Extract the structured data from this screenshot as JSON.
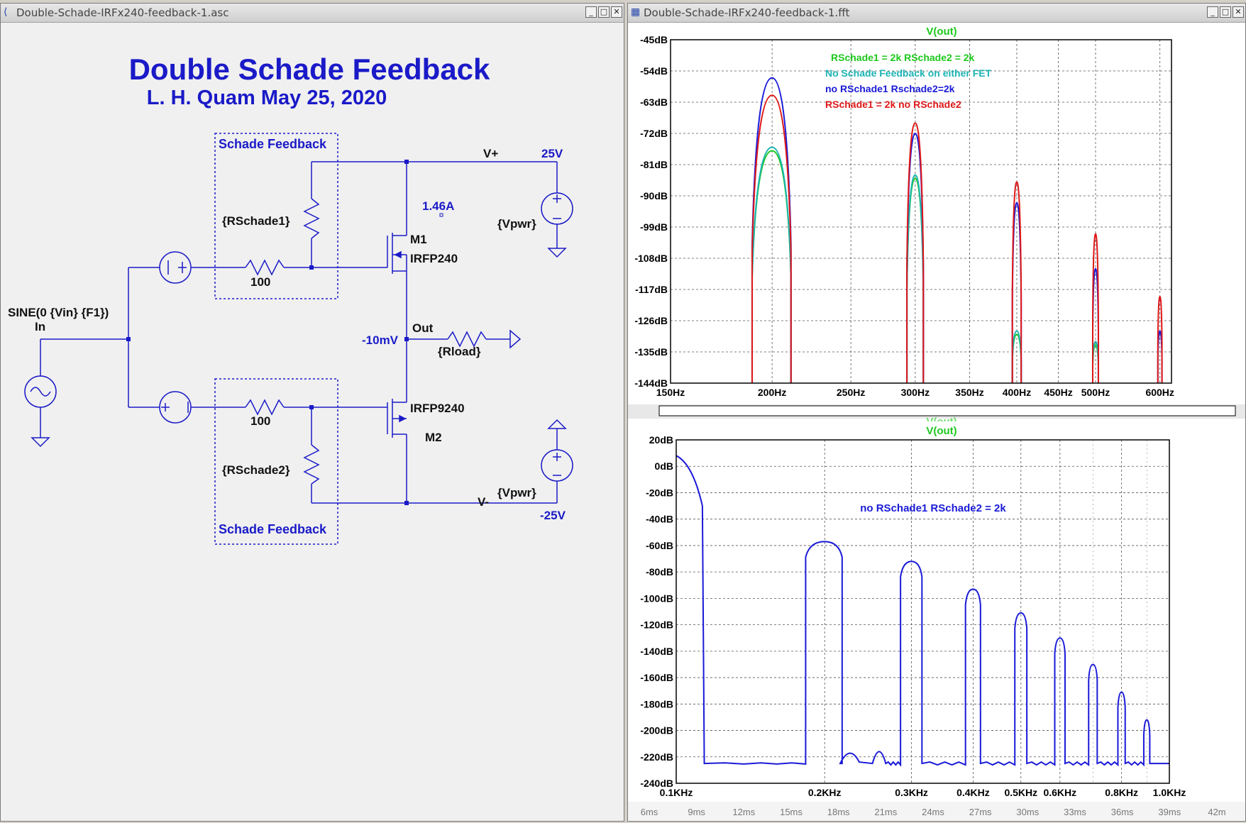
{
  "schematic_window": {
    "title": "Double-Schade-IRFx240-feedback-1.asc",
    "heading": "Double Schade Feedback",
    "author_line": "L. H. Quam   May 25, 2020",
    "labels": {
      "schade_top": "Schade Feedback",
      "schade_bottom": "Schade Feedback",
      "rschade1": "{RSchade1}",
      "rschade2": "{RSchade2}",
      "r_top": "100",
      "r_bottom": "100",
      "vplus": "V+",
      "vminus": "V-",
      "v25": "25V",
      "vneg25": "-25V",
      "vpwr_top": "{Vpwr}",
      "vpwr_bottom": "{Vpwr}",
      "current": "1.46A",
      "m1": "M1",
      "m1_part": "IRFP240",
      "m2": "M2",
      "m2_part": "IRFP9240",
      "out": "Out",
      "out_voltage": "-10mV",
      "rload": "{Rload}",
      "sine": "SINE(0 {Vin} {F1})",
      "in": "In"
    }
  },
  "fft_window": {
    "title": "Double-Schade-IRFx240-feedback-1.fft",
    "top_plot": {
      "trace_title": "V(out)",
      "legend": [
        {
          "text": "RSchade1 = 2k   RSchade2 = 2k",
          "color": "#1cc81c"
        },
        {
          "text": "No Schade Feedback on either FET",
          "color": "#1cb4b4"
        },
        {
          "text": "no RSchade1 Rschade2=2k",
          "color": "#1a1ad8"
        },
        {
          "text": "RSchade1 = 2k no RSchade2",
          "color": "#e01818"
        }
      ],
      "y_ticks": [
        "-45dB",
        "-54dB",
        "-63dB",
        "-72dB",
        "-81dB",
        "-90dB",
        "-99dB",
        "-108dB",
        "-117dB",
        "-126dB",
        "-135dB",
        "-144dB"
      ],
      "x_ticks": [
        "150Hz",
        "200Hz",
        "250Hz",
        "300Hz",
        "350Hz",
        "400Hz",
        "450Hz",
        "500Hz",
        "600Hz"
      ]
    },
    "bottom_plot": {
      "hidden_title": "V(out)",
      "trace_title": "V(out)",
      "annotation": "no RSchade1 RSchade2 = 2k",
      "y_ticks": [
        "20dB",
        "0dB",
        "-20dB",
        "-40dB",
        "-60dB",
        "-80dB",
        "-100dB",
        "-120dB",
        "-140dB",
        "-160dB",
        "-180dB",
        "-200dB",
        "-220dB",
        "-240dB"
      ],
      "x_ticks": [
        "0.1KHz",
        "0.2KHz",
        "0.3KHz",
        "0.4KHz",
        "0.5KHz",
        "0.6KHz",
        "0.8KHz",
        "1.0KHz"
      ],
      "time_ticks": [
        "6ms",
        "9ms",
        "12ms",
        "15ms",
        "18ms",
        "21ms",
        "24ms",
        "27ms",
        "30ms",
        "33ms",
        "36ms",
        "39ms",
        "42m"
      ]
    }
  },
  "chart_data": [
    {
      "type": "line",
      "title": "V(out)",
      "xlim": [
        150,
        620
      ],
      "ylim": [
        -144,
        -45
      ],
      "x_unit": "Hz",
      "y_unit": "dB",
      "series": [
        {
          "name": "RSchade1 = 2k   RSchade2 = 2k",
          "color": "#1cc81c",
          "peaks": [
            {
              "x": 200,
              "y": -77
            },
            {
              "x": 300,
              "y": -85
            },
            {
              "x": 400,
              "y": -130
            },
            {
              "x": 500,
              "y": -133
            }
          ]
        },
        {
          "name": "No Schade Feedback on either FET",
          "color": "#1cb4b4",
          "peaks": [
            {
              "x": 200,
              "y": -76
            },
            {
              "x": 300,
              "y": -84
            },
            {
              "x": 400,
              "y": -129
            },
            {
              "x": 500,
              "y": -132
            }
          ]
        },
        {
          "name": "no RSchade1 Rschade2=2k",
          "color": "#1a1ad8",
          "peaks": [
            {
              "x": 200,
              "y": -56
            },
            {
              "x": 300,
              "y": -72
            },
            {
              "x": 400,
              "y": -92
            },
            {
              "x": 500,
              "y": -111
            },
            {
              "x": 600,
              "y": -129
            }
          ]
        },
        {
          "name": "RSchade1 = 2k no RSchade2",
          "color": "#e01818",
          "peaks": [
            {
              "x": 200,
              "y": -61
            },
            {
              "x": 300,
              "y": -69
            },
            {
              "x": 400,
              "y": -86
            },
            {
              "x": 500,
              "y": -101
            },
            {
              "x": 600,
              "y": -119
            }
          ]
        }
      ]
    },
    {
      "type": "line",
      "title": "V(out)",
      "xlim": [
        0.1,
        1.0
      ],
      "ylim": [
        -240,
        20
      ],
      "x_unit": "KHz",
      "y_unit": "dB",
      "series": [
        {
          "name": "no RSchade1 RSchade2 = 2k",
          "color": "#1a1ad8",
          "peaks": [
            {
              "x": 0.1,
              "y": 8
            },
            {
              "x": 0.2,
              "y": -57
            },
            {
              "x": 0.3,
              "y": -72
            },
            {
              "x": 0.4,
              "y": -93
            },
            {
              "x": 0.5,
              "y": -111
            },
            {
              "x": 0.6,
              "y": -130
            },
            {
              "x": 0.7,
              "y": -150
            },
            {
              "x": 0.8,
              "y": -171
            },
            {
              "x": 0.9,
              "y": -192
            }
          ],
          "floor": -225
        }
      ]
    }
  ]
}
